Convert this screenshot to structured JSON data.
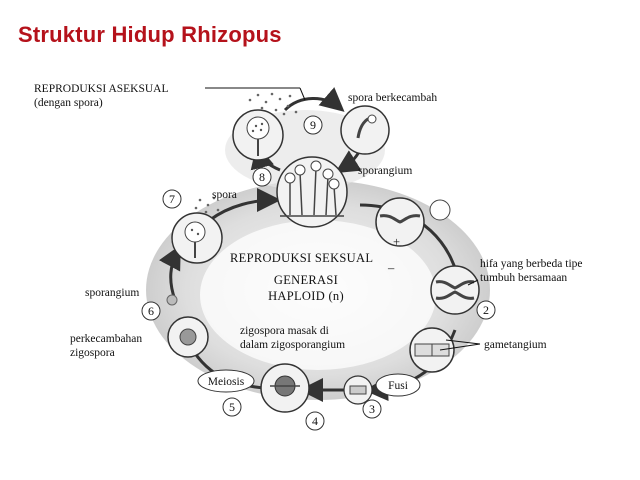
{
  "title": "Struktur Hidup Rhizopus",
  "labels": {
    "asexual_line1": "REPRODUKSI  ASEKSUAL",
    "asexual_line2": "(dengan spora)",
    "spora_berkecambah": "spora berkecambah",
    "sporangium_top": "sporangium",
    "spora": "spora",
    "sexual": "REPRODUKSI  SEKSUAL",
    "generasi_line1": "GENERASI",
    "generasi_line2": "HAPLOID (n)",
    "hifa_line1": "hifa yang berbeda tipe",
    "hifa_line2": "tumbuh bersamaan",
    "sporangium_left": "sporangium",
    "perkecambahan_line1": "perkecambahan",
    "perkecambahan_line2": "zigospora",
    "zigospora_line1": "zigospora masak di",
    "zigospora_line2": "dalam zigosporangium",
    "gametangium": "gametangium",
    "meiosis": "Meiosis",
    "fusi": "Fusi",
    "plus": "+",
    "minus": "–"
  },
  "steps": [
    "9",
    "8",
    "7",
    "6",
    "5",
    "4",
    "3",
    "2"
  ]
}
